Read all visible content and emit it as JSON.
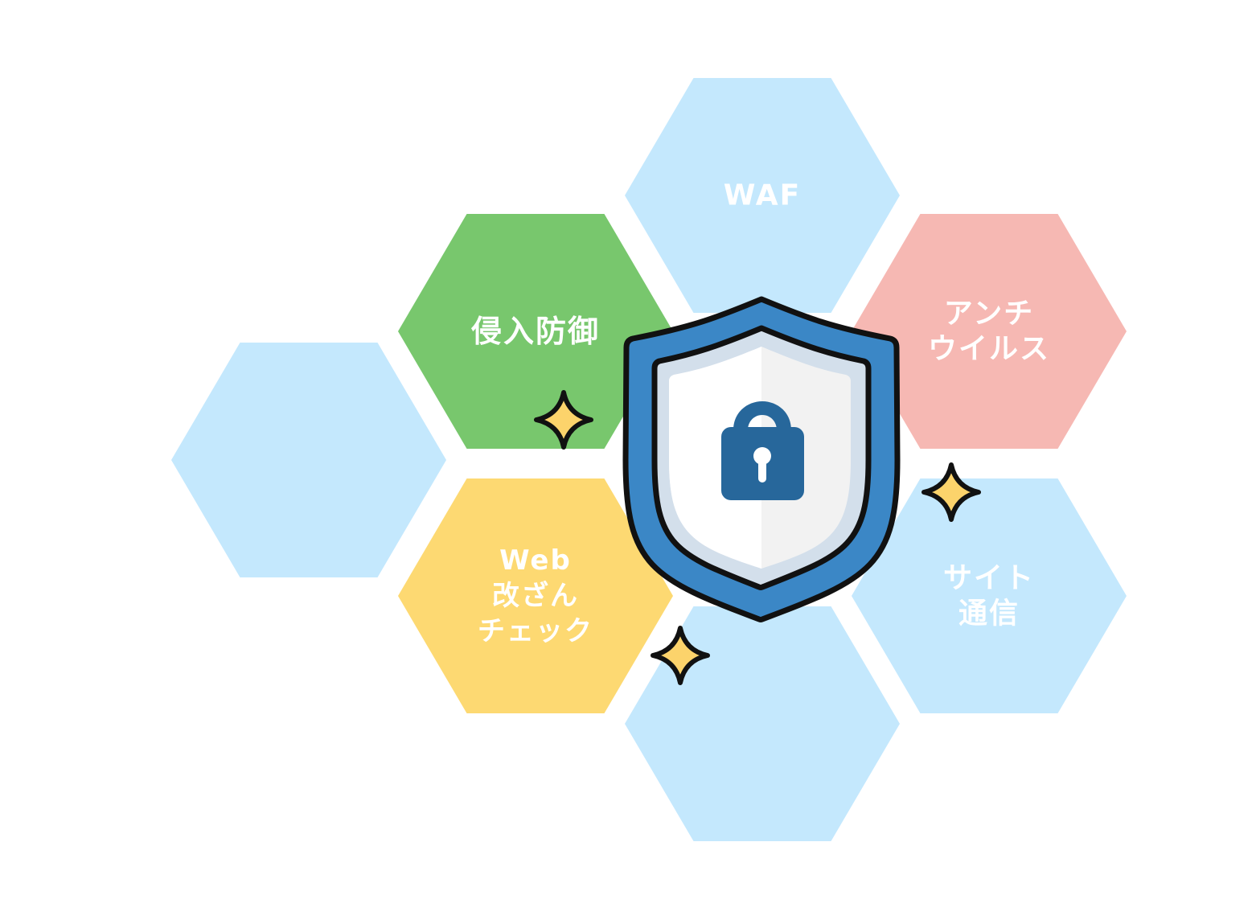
{
  "colors": {
    "light_blue": "#c4e8fd",
    "green": "#78c76d",
    "pink": "#f6b8b3",
    "yellow": "#fdd972",
    "shield_outer": "#3b87c6",
    "shield_inner_dark": "#d3dfeb",
    "shield_inner_light": "#f2f2f2",
    "lock": "#27679b",
    "sparkle": "#fcd36b",
    "outline": "#111111",
    "text": "#ffffff"
  },
  "hexagons": [
    {
      "id": "far-left",
      "color": "light_blue",
      "lines": []
    },
    {
      "id": "intrusion-prevention",
      "color": "green",
      "lines": [
        "侵入防御"
      ]
    },
    {
      "id": "waf",
      "color": "light_blue",
      "lines": [
        "WAF"
      ]
    },
    {
      "id": "antivirus",
      "color": "pink",
      "lines": [
        "アンチ",
        "ウイルス"
      ]
    },
    {
      "id": "web-tamper",
      "color": "yellow",
      "lines": [
        "Web",
        "改ざん",
        "チェック"
      ]
    },
    {
      "id": "site-communication",
      "color": "light_blue",
      "lines": [
        "サイト",
        "通信"
      ]
    },
    {
      "id": "bottom-center",
      "color": "light_blue",
      "lines": []
    }
  ],
  "icons": {
    "shield": "shield-icon",
    "lock": "padlock-icon",
    "sparkle": "sparkle-icon"
  }
}
